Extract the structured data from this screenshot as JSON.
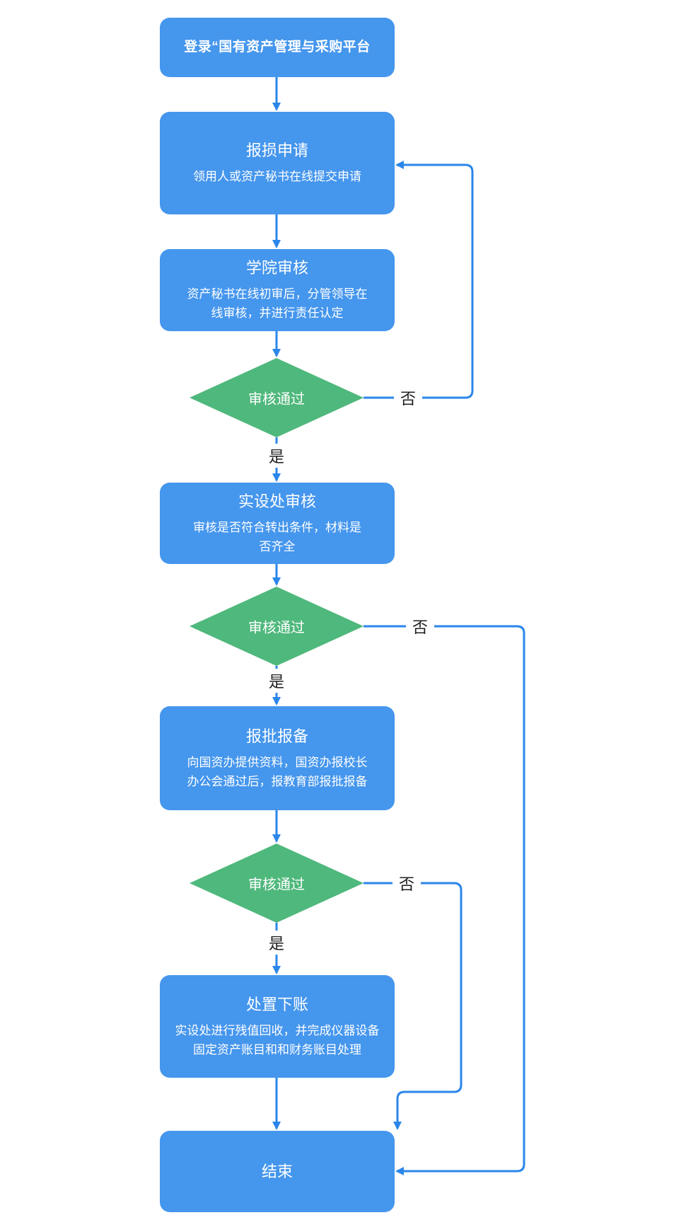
{
  "colors": {
    "box": "#4596ed",
    "line": "#2b86e9",
    "diamond": "#4fb87c",
    "label": "#1f1f1f",
    "node_text": "#ffffff",
    "background": "#ffffff"
  },
  "flowchart": {
    "nodes": {
      "login": {
        "title": "登录“国有资产管理与采购平台"
      },
      "damage_report": {
        "title": "报损申请",
        "desc": [
          "领用人或资产秘书在线提交申请"
        ]
      },
      "college_review": {
        "title": "学院审核",
        "desc": [
          "资产秘书在线初审后，分管领导在",
          "线审核，并进行责任认定"
        ]
      },
      "facility_review": {
        "title": "实设处审核",
        "desc": [
          "审核是否符合转出条件，材料是",
          "否齐全"
        ]
      },
      "approval_filing": {
        "title": "报批报备",
        "desc": [
          "向国资办提供资料，国资办报校长",
          "办公会通过后，报教育部报批报备"
        ]
      },
      "disposal_accounting": {
        "title": "处置下账",
        "desc": [
          "实设处进行残值回收，并完成仪器设备",
          "固定资产账目和和财务账目处理"
        ]
      },
      "end": {
        "title": "结束"
      }
    },
    "decisions": {
      "d1": {
        "label": "审核通过"
      },
      "d2": {
        "label": "审核通过"
      },
      "d3": {
        "label": "审核通过"
      }
    },
    "edge_labels": {
      "yes": "是",
      "no": "否"
    }
  }
}
